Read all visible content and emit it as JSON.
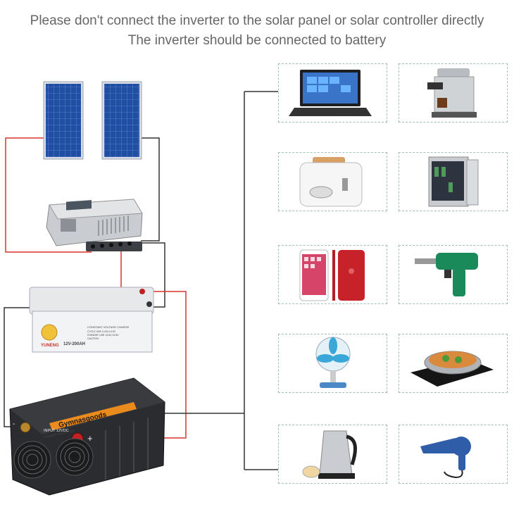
{
  "header": {
    "line1": "Please don't connect the inverter to the solar panel or solar controller directly",
    "line2": "The inverter should be connected to battery"
  },
  "battery": {
    "brand": "YUNENG",
    "model": "12V-200AH",
    "label_title": "CONSTANT VOLTAGE CHARGE",
    "label_lines": [
      "CYCLE USE 14.5V-14.9V",
      "STANDBY USE 13.6V-13.8V",
      "CAUTION"
    ]
  },
  "inverter": {
    "brand": "Gymnasgoods",
    "input_label": "INPUT 12VDC",
    "side_text": "POWER INVERTER",
    "minus": "-",
    "plus": "+"
  },
  "colors": {
    "positive_wire": "#d9352b",
    "negative_wire": "#333333",
    "box_border": "#9fc0b8"
  },
  "appliances": [
    {
      "name": "laptop",
      "icon": "laptop-icon"
    },
    {
      "name": "coffee machine",
      "icon": "coffee-machine-icon"
    },
    {
      "name": "toaster",
      "icon": "toaster-icon"
    },
    {
      "name": "mini fridge",
      "icon": "fridge-icon"
    },
    {
      "name": "smartphones",
      "icon": "phone-icon"
    },
    {
      "name": "electric drill",
      "icon": "drill-icon"
    },
    {
      "name": "electric fan",
      "icon": "fan-icon"
    },
    {
      "name": "induction cooker",
      "icon": "cooker-icon"
    },
    {
      "name": "electric kettle",
      "icon": "kettle-icon"
    },
    {
      "name": "hair dryer",
      "icon": "hair-dryer-icon"
    }
  ]
}
